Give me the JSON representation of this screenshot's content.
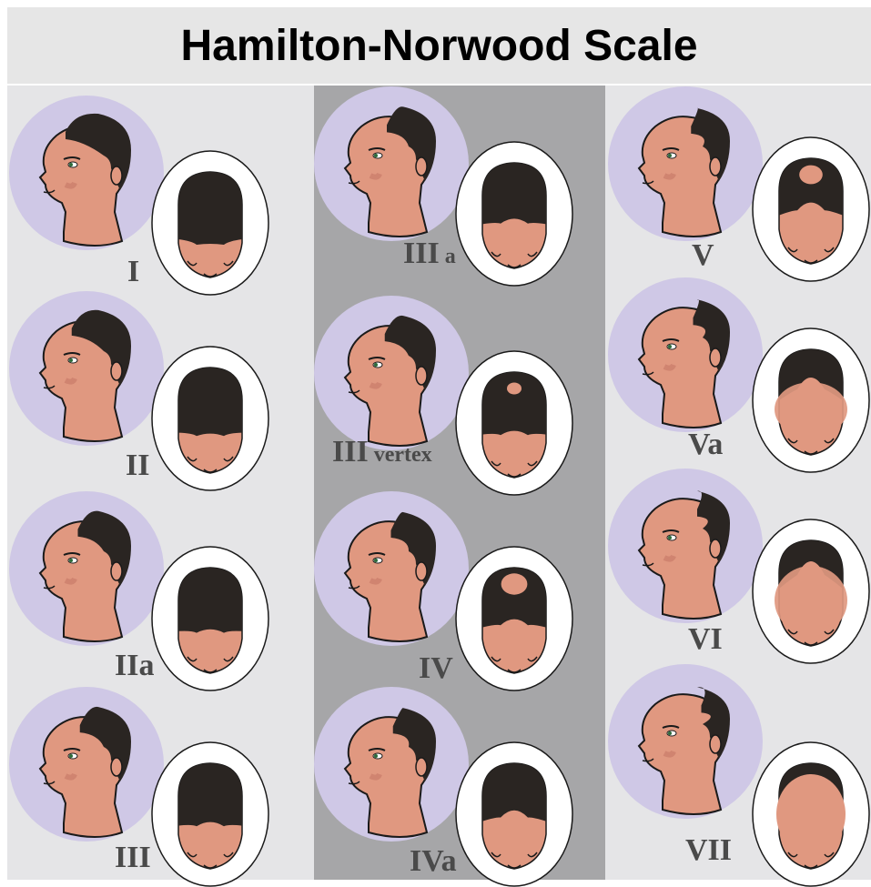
{
  "title": "Hamilton-Norwood Scale",
  "colors": {
    "panel_light": "#e5e5e7",
    "panel_dark": "#a6a6a8",
    "face_circle": "#cfc8e6",
    "skin": "#e09880",
    "hair": "#2a2522",
    "label": "#4a4a4a"
  },
  "stages": [
    {
      "id": "I",
      "label": "I",
      "sub": ""
    },
    {
      "id": "II",
      "label": "II",
      "sub": ""
    },
    {
      "id": "IIa",
      "label": "IIa",
      "sub": ""
    },
    {
      "id": "III",
      "label": "III",
      "sub": ""
    },
    {
      "id": "IIIa",
      "label": "III",
      "sub": "a"
    },
    {
      "id": "IIIvertex",
      "label": "III",
      "sub": "vertex"
    },
    {
      "id": "IV",
      "label": "IV",
      "sub": ""
    },
    {
      "id": "IVa",
      "label": "IVa",
      "sub": ""
    },
    {
      "id": "V",
      "label": "V",
      "sub": ""
    },
    {
      "id": "Va",
      "label": "Va",
      "sub": ""
    },
    {
      "id": "VI",
      "label": "VI",
      "sub": ""
    },
    {
      "id": "VII",
      "label": "VII",
      "sub": ""
    }
  ]
}
